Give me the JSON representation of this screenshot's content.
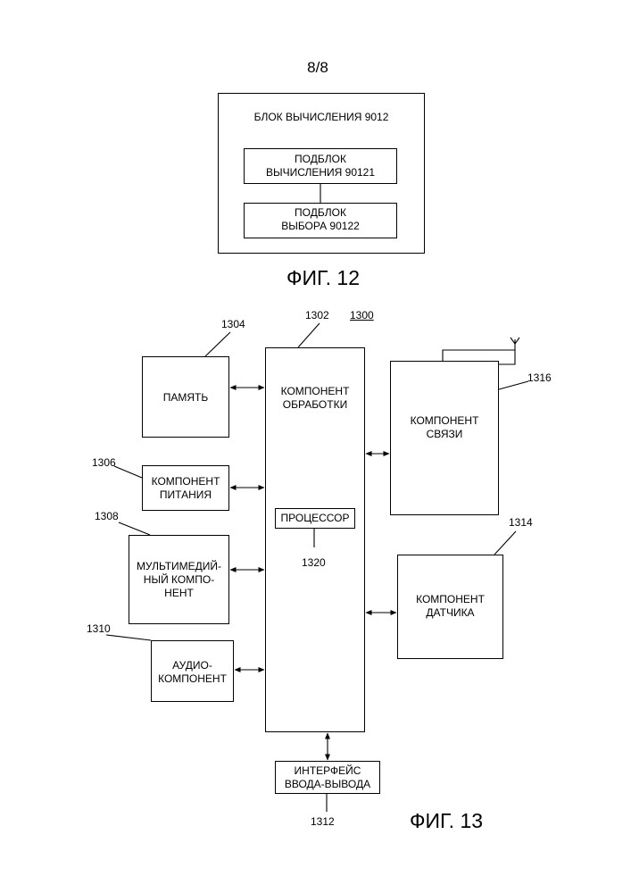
{
  "page_number": "8/8",
  "fig12": {
    "caption": "ФИГ. 12",
    "outer_block": "БЛОК ВЫЧИСЛЕНИЯ 9012",
    "sub1": "ПОДБЛОК\nВЫЧИСЛЕНИЯ 90121",
    "sub2": "ПОДБЛОК\nВЫБОРА 90122"
  },
  "fig13": {
    "caption": "ФИГ. 13",
    "device_ref": "1300",
    "processing": {
      "label": "КОМПОНЕНТ\nОБРАБОТКИ",
      "ref": "1302"
    },
    "processor": {
      "label": "ПРОЦЕССОР",
      "ref": "1320"
    },
    "memory": {
      "label": "ПАМЯТЬ",
      "ref": "1304"
    },
    "power": {
      "label": "КОМПОНЕНТ\nПИТАНИЯ",
      "ref": "1306"
    },
    "multimedia": {
      "label": "МУЛЬТИМЕДИЙ-\nНЫЙ КОМПО-\nНЕНТ",
      "ref": "1308"
    },
    "audio": {
      "label": "АУДИО-\nКОМПОНЕНТ",
      "ref": "1310"
    },
    "io": {
      "label": "ИНТЕРФЕЙС\nВВОДА-ВЫВОДА",
      "ref": "1312"
    },
    "sensor": {
      "label": "КОМПОНЕНТ\nДАТЧИКА",
      "ref": "1314"
    },
    "comm": {
      "label": "КОМПОНЕНТ\nСВЯЗИ",
      "ref": "1316"
    }
  }
}
